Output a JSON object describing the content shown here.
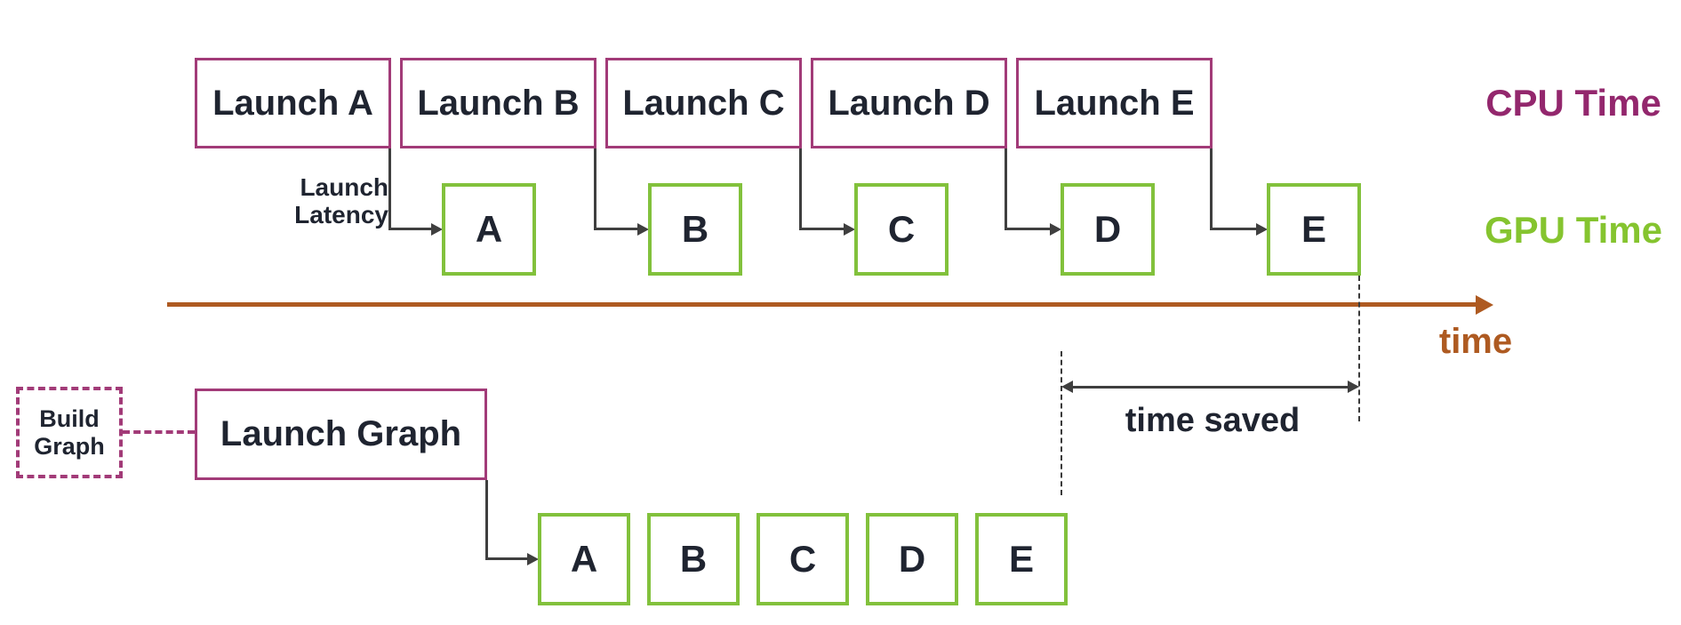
{
  "colors": {
    "magenta": "#A23B78",
    "cpu_text": "#93276D",
    "green": "#82C13C",
    "gpu_text": "#85C42F",
    "brown": "#AE5A21",
    "dark": "#1F2430",
    "line": "#3F3F3F"
  },
  "cpu_row": {
    "launch_boxes": [
      "Launch A",
      "Launch B",
      "Launch C",
      "Launch D",
      "Launch E"
    ],
    "side_label": "CPU Time"
  },
  "gpu_row": {
    "kernel_boxes": [
      "A",
      "B",
      "C",
      "D",
      "E"
    ],
    "side_label": "GPU Time"
  },
  "launch_latency": {
    "line1": "Launch",
    "line2": "Latency"
  },
  "time_axis": {
    "label": "time"
  },
  "graph_flow": {
    "build_graph": {
      "line1": "Build",
      "line2": "Graph"
    },
    "launch_graph_label": "Launch Graph",
    "kernel_boxes": [
      "A",
      "B",
      "C",
      "D",
      "E"
    ]
  },
  "time_saved": {
    "label": "time saved"
  }
}
